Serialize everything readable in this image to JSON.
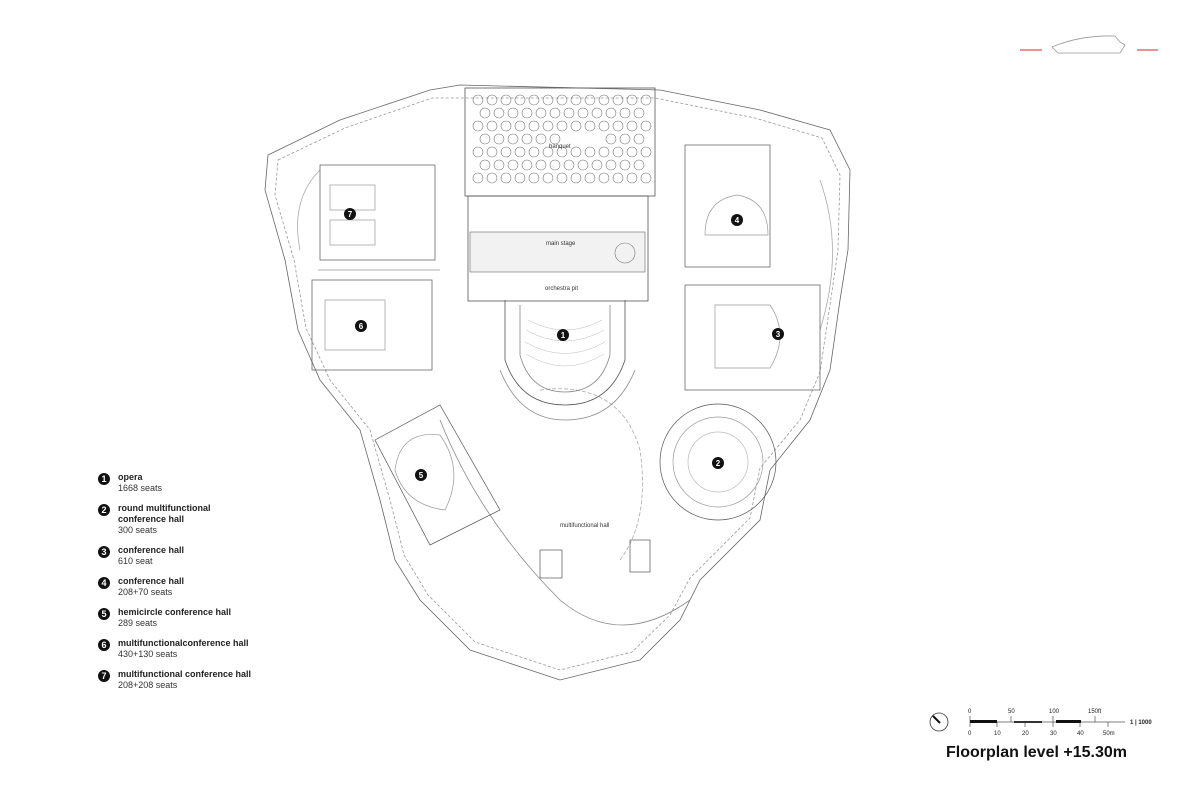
{
  "plan_labels": {
    "banquet": "banquet",
    "main_stage": "main stage",
    "orchestra_pit": "orchestra pit",
    "multifunctional_hall": "multifunctional hall"
  },
  "markers": [
    "1",
    "2",
    "3",
    "4",
    "5",
    "6",
    "7"
  ],
  "legend": [
    {
      "num": "1",
      "title": "opera",
      "seats": "1668 seats"
    },
    {
      "num": "2",
      "title": "round multifunctional conference hall",
      "seats": "300 seats"
    },
    {
      "num": "3",
      "title": "conference hall",
      "seats": "610 seat"
    },
    {
      "num": "4",
      "title": "conference hall",
      "seats": "208+70 seats"
    },
    {
      "num": "5",
      "title": "hemicircle conference hall",
      "seats": "289 seats"
    },
    {
      "num": "6",
      "title": "multifunctionalconference hall",
      "seats": "430+130 seats"
    },
    {
      "num": "7",
      "title": "multifunctional conference hall",
      "seats": "208+208 seats"
    }
  ],
  "scale": {
    "ft_ticks": [
      "0",
      "50",
      "100",
      "150ft"
    ],
    "m_ticks": [
      "0",
      "10",
      "20",
      "30",
      "40",
      "50m"
    ],
    "ratio": "1 | 1000"
  },
  "title": "Floorplan level +15.30m",
  "colors": {
    "accent_red": "#e05050",
    "line": "#555555"
  }
}
